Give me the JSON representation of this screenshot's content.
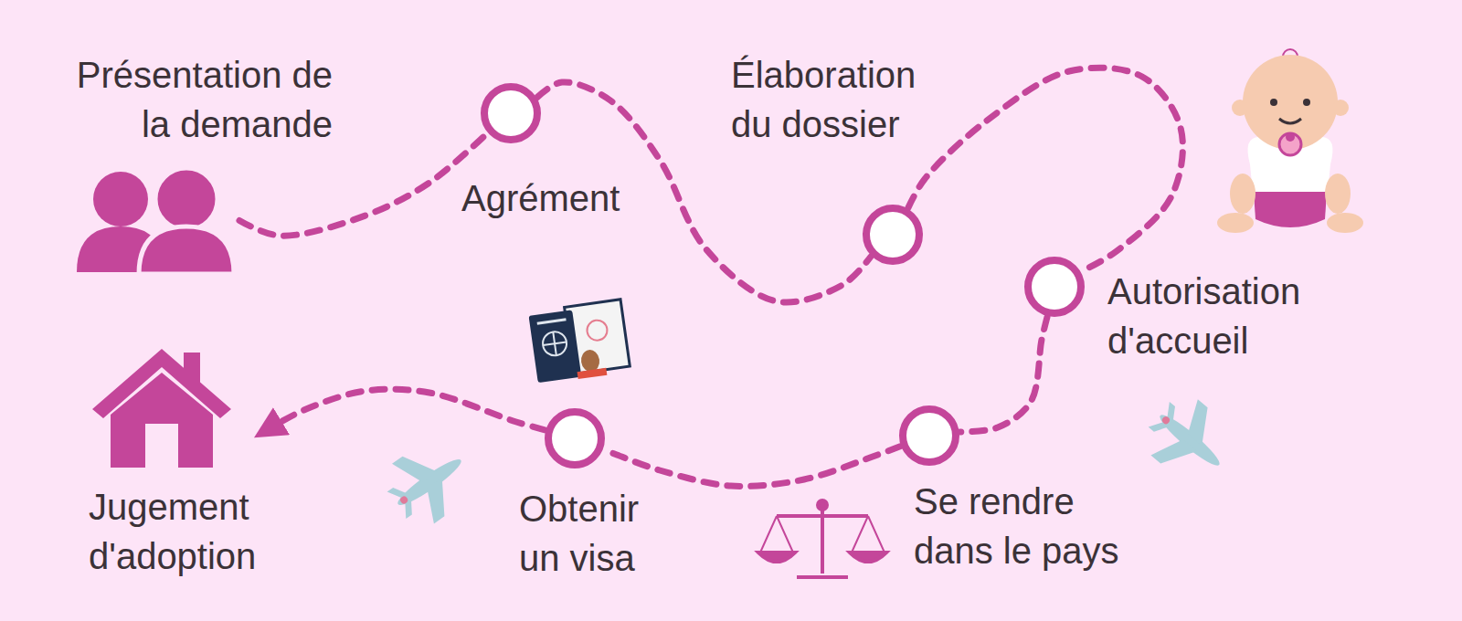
{
  "diagram": {
    "nodes": [
      {
        "text": [
          "Présentation de la demande"
        ]
      },
      {
        "text": [
          "Agrément"
        ]
      },
      {
        "text": [
          "Élaboration du dossier"
        ]
      },
      {
        "text": [
          "Autorisation d'accueil"
        ]
      },
      {
        "text": [
          "Se rendre dans le pays"
        ]
      },
      {
        "text": [
          "Obtenir un visa"
        ]
      },
      {
        "text": [
          "Jugement d'adoption"
        ]
      }
    ],
    "edges": [
      {
        "from": 0,
        "to": 1,
        "arrow": "none"
      },
      {
        "from": 1,
        "to": 2,
        "arrow": "none"
      },
      {
        "from": 2,
        "to": 3,
        "arrow": "none"
      },
      {
        "from": 3,
        "to": 4,
        "arrow": "none"
      },
      {
        "from": 4,
        "to": 5,
        "arrow": "none"
      },
      {
        "from": 5,
        "to": 6,
        "arrow": "to"
      }
    ]
  }
}
